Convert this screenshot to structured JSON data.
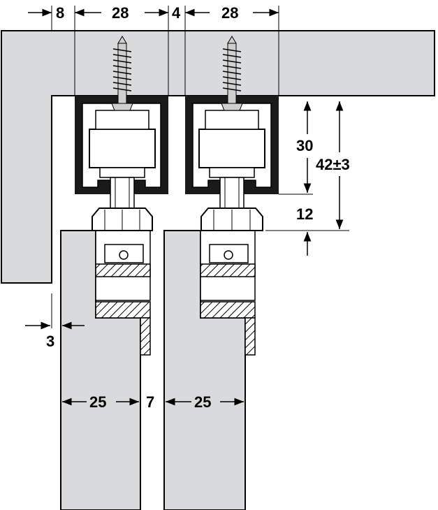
{
  "dimensions": {
    "top_offset": "8",
    "track_width_left": "28",
    "track_gap": "4",
    "track_width_right": "28",
    "track_height": "30",
    "total_height": "42±3",
    "door_gap_top": "12",
    "side_gap": "3",
    "door_thickness_left": "25",
    "door_gap_between": "7",
    "door_thickness_right": "25"
  },
  "colors": {
    "panel_fill": "#d8dadb",
    "outline": "#000000",
    "track": "#1a1a1a",
    "track_inner": "#ffffff",
    "carriage": "#ffffff",
    "screw": "#cfcfcf"
  }
}
